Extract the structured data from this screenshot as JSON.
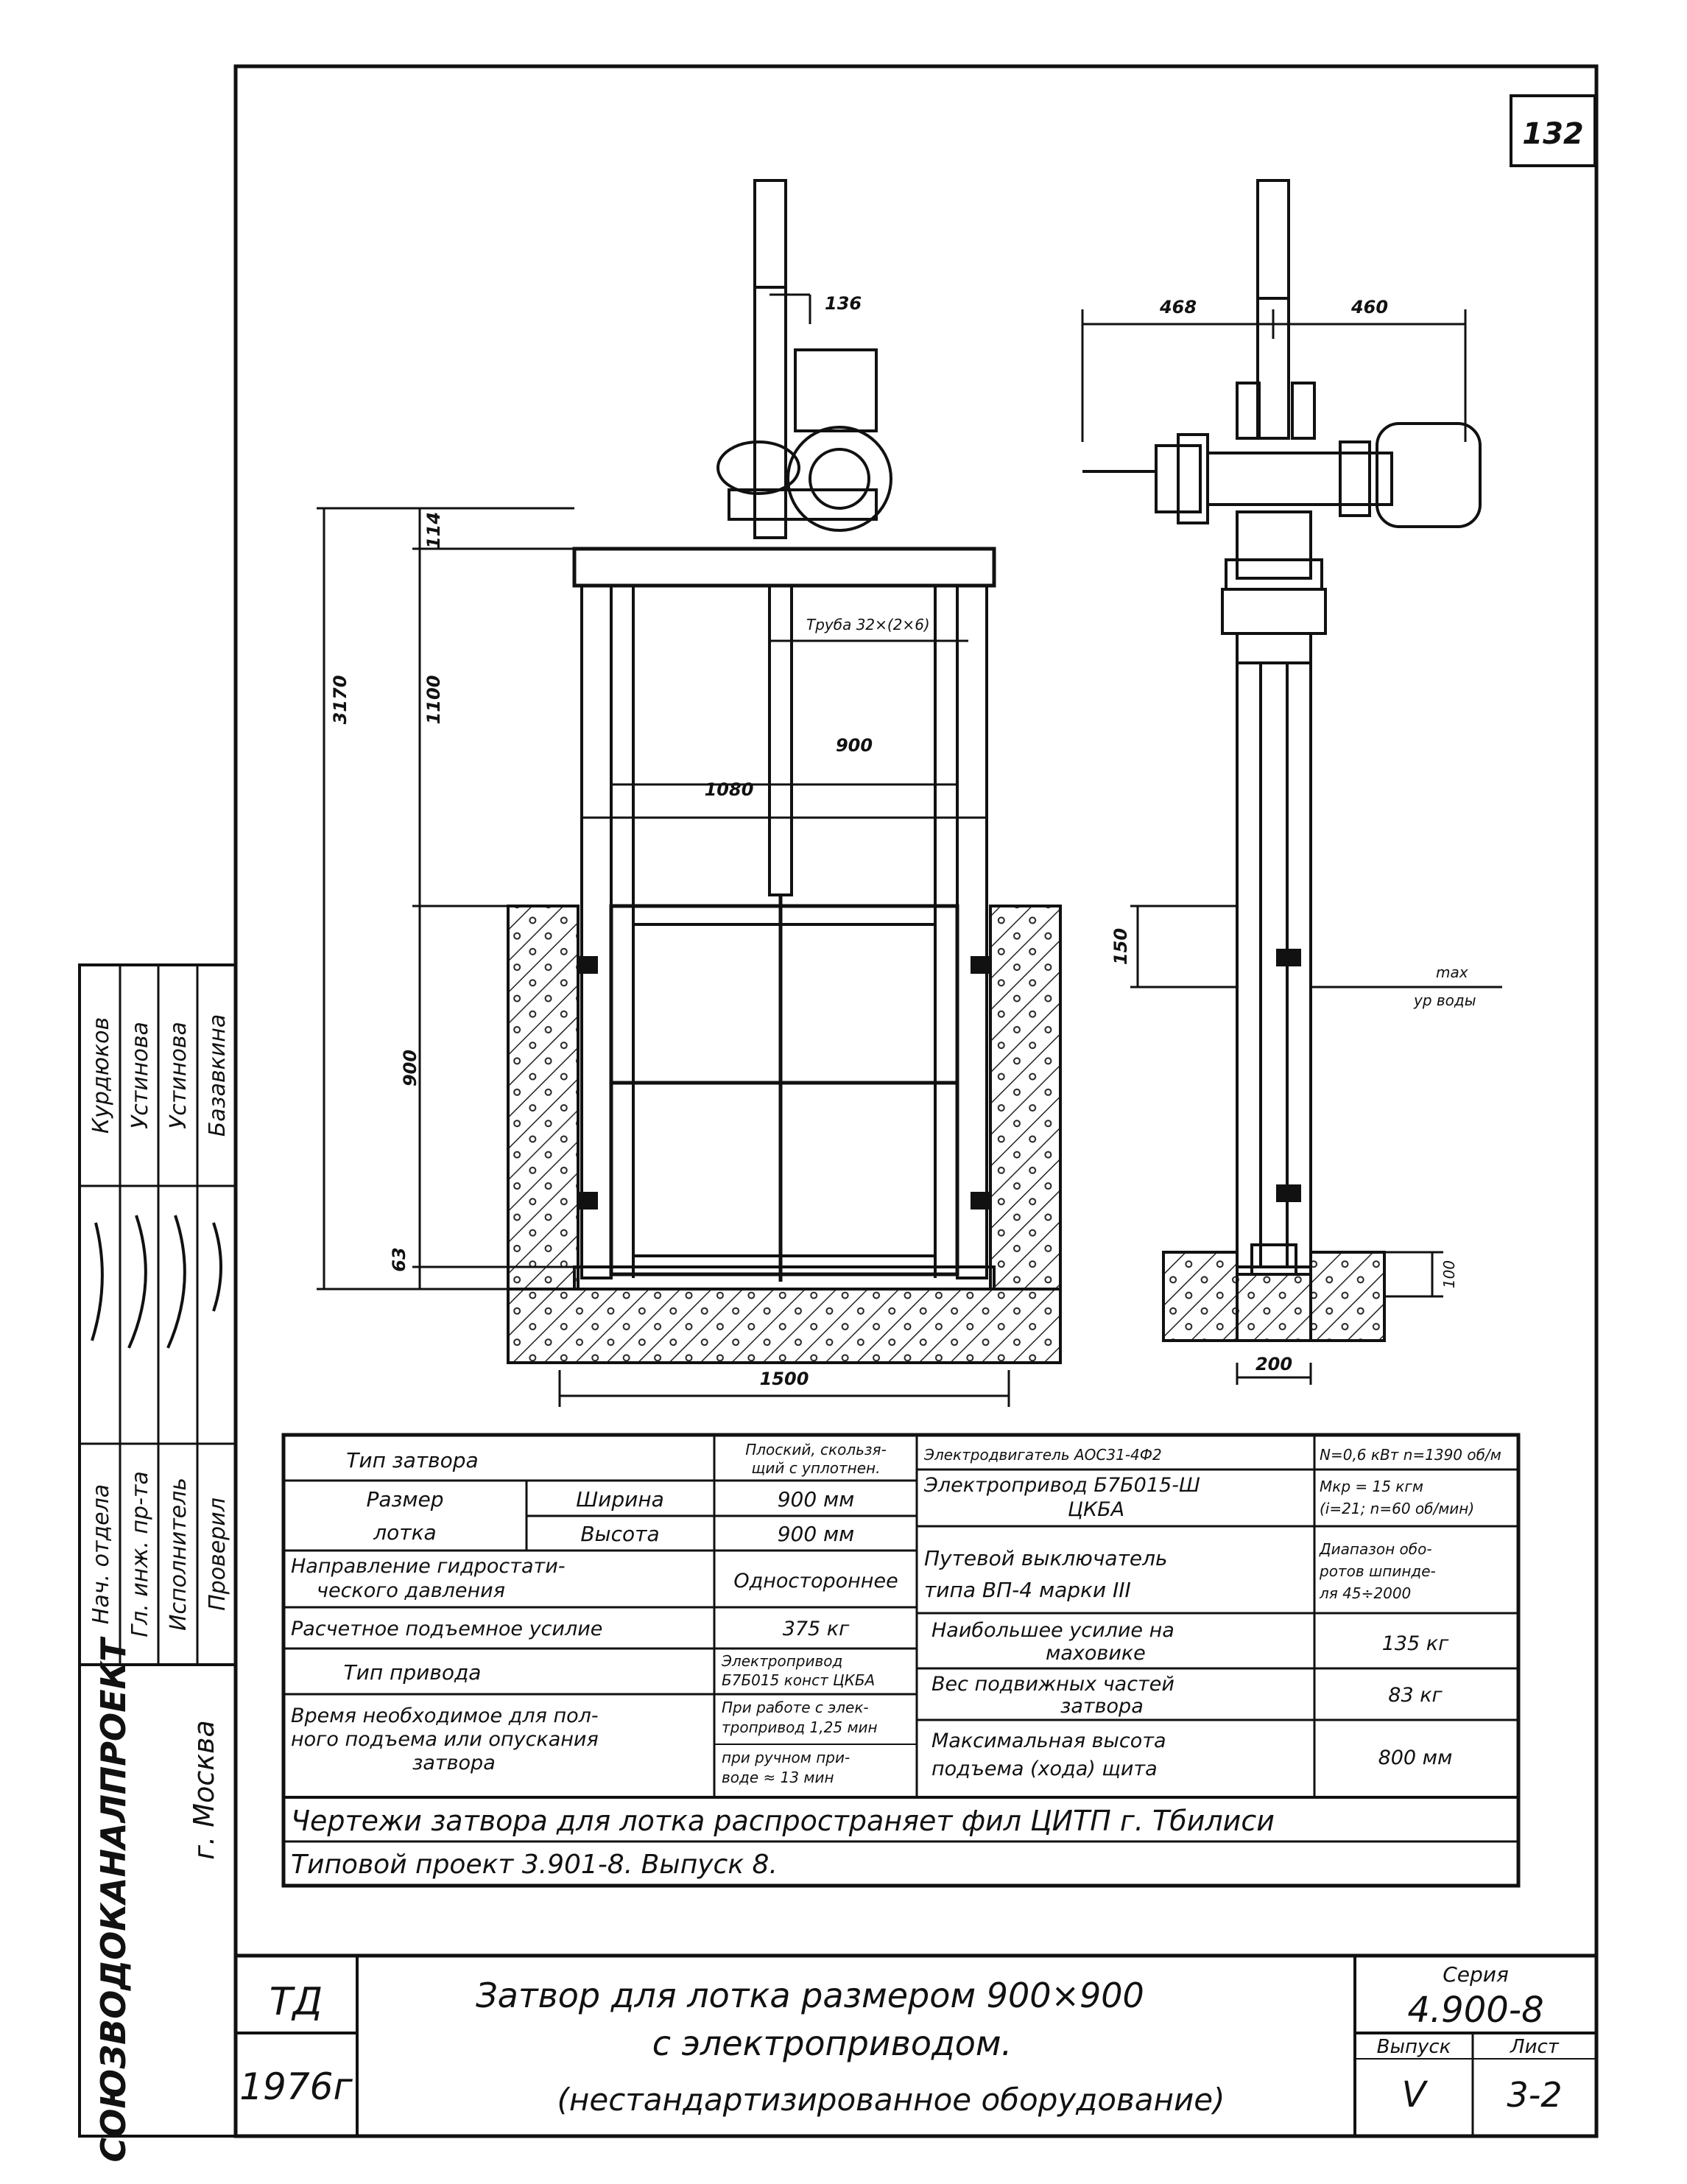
{
  "sheet_number": "132",
  "dimensions": {
    "d136": "136",
    "d114": "114",
    "d3170": "3170",
    "d1100": "1100",
    "d900w": "900",
    "d1080": "1080",
    "d900h": "900",
    "d63": "63",
    "d1500": "1500",
    "d468": "468",
    "d460": "460",
    "d150": "150",
    "d200": "200",
    "d100": "100"
  },
  "annotations": {
    "pipe": "Труба 32×(2×6)",
    "water_max": "max",
    "water_level": "ур воды"
  },
  "specs": {
    "gate_type_label": "Тип затвора",
    "gate_type_value_1": "Плоский, скользя-",
    "gate_type_value_2": "щий с уплотнен.",
    "size_label_1": "Размер",
    "size_label_2": "лотка",
    "width_label": "Ширина",
    "width_value": "900 мм",
    "height_label": "Высота",
    "height_value": "900 мм",
    "pressure_label_1": "Направление гидростати-",
    "pressure_label_2": "ческого давления",
    "pressure_value": "Одностороннее",
    "force_label": "Расчетное подъемное усилие",
    "force_value": "375 кг",
    "drive_label": "Тип привода",
    "drive_value_1": "Электропривод",
    "drive_value_2": "Б7Б015 конст ЦКБА",
    "time_label_1": "Время необходимое для пол-",
    "time_label_2": "ного подъема или опускания",
    "time_label_3": "затвора",
    "time_value_1": "При работе с элек-",
    "time_value_2": "тропривод 1,25 мин",
    "time_value_3": "при ручном при-",
    "time_value_4": "воде ≈ 13 мин",
    "motor_label": "Электродвигатель АОС31-4Ф2",
    "motor_value": "N=0,6 кВт n=1390 об/м",
    "eldrive_label_1": "Электропривод Б7Б015-Ш",
    "eldrive_label_2": "ЦКБА",
    "eldrive_value_1": "Мкр = 15 кгм",
    "eldrive_value_2": "(i=21; n=60 об/мин)",
    "switch_label_1": "Путевой выключатель",
    "switch_label_2": "типа ВП-4 марки III",
    "switch_value_1": "Диапазон обо-",
    "switch_value_2": "ротов шпинде-",
    "switch_value_3": "ля 45÷2000",
    "wheel_label_1": "Наибольшее усилие на",
    "wheel_label_2": "маховике",
    "wheel_value": "135 кг",
    "weight_label_1": "Вес подвижных частей",
    "weight_label_2": "затвора",
    "weight_value": "83 кг",
    "lift_label_1": "Максимальная высота",
    "lift_label_2": "подъема (хода) щита",
    "lift_value": "800 мм"
  },
  "notes": {
    "line1": "Чертежи затвора для лотка распространяет фил ЦИТП г. Тбилиси",
    "line2": "Типовой проект 3.901-8. Выпуск 8."
  },
  "title_block": {
    "org": "СОЮЗВОДОКАНАЛПРОЕКТ",
    "city": "г. Москва",
    "td": "ТД",
    "year": "1976г",
    "title_line1": "Затвор для лотка размером 900×900",
    "title_line2": "с электроприводом.",
    "title_line3": "(нестандартизированное оборудование)",
    "series_label": "Серия",
    "series_value": "4.900-8",
    "issue_label": "Выпуск",
    "issue_value": "V",
    "sheet_label": "Лист",
    "sheet_value": "3-2"
  },
  "signatures": {
    "role1": "Нач. отдела",
    "name1": "Курдюков",
    "role2": "Гл. инж. пр-та",
    "name2": "Устинова",
    "role3": "Исполнитель",
    "name3": "Устинова",
    "role4": "Проверил",
    "name4": "Базавкина"
  }
}
